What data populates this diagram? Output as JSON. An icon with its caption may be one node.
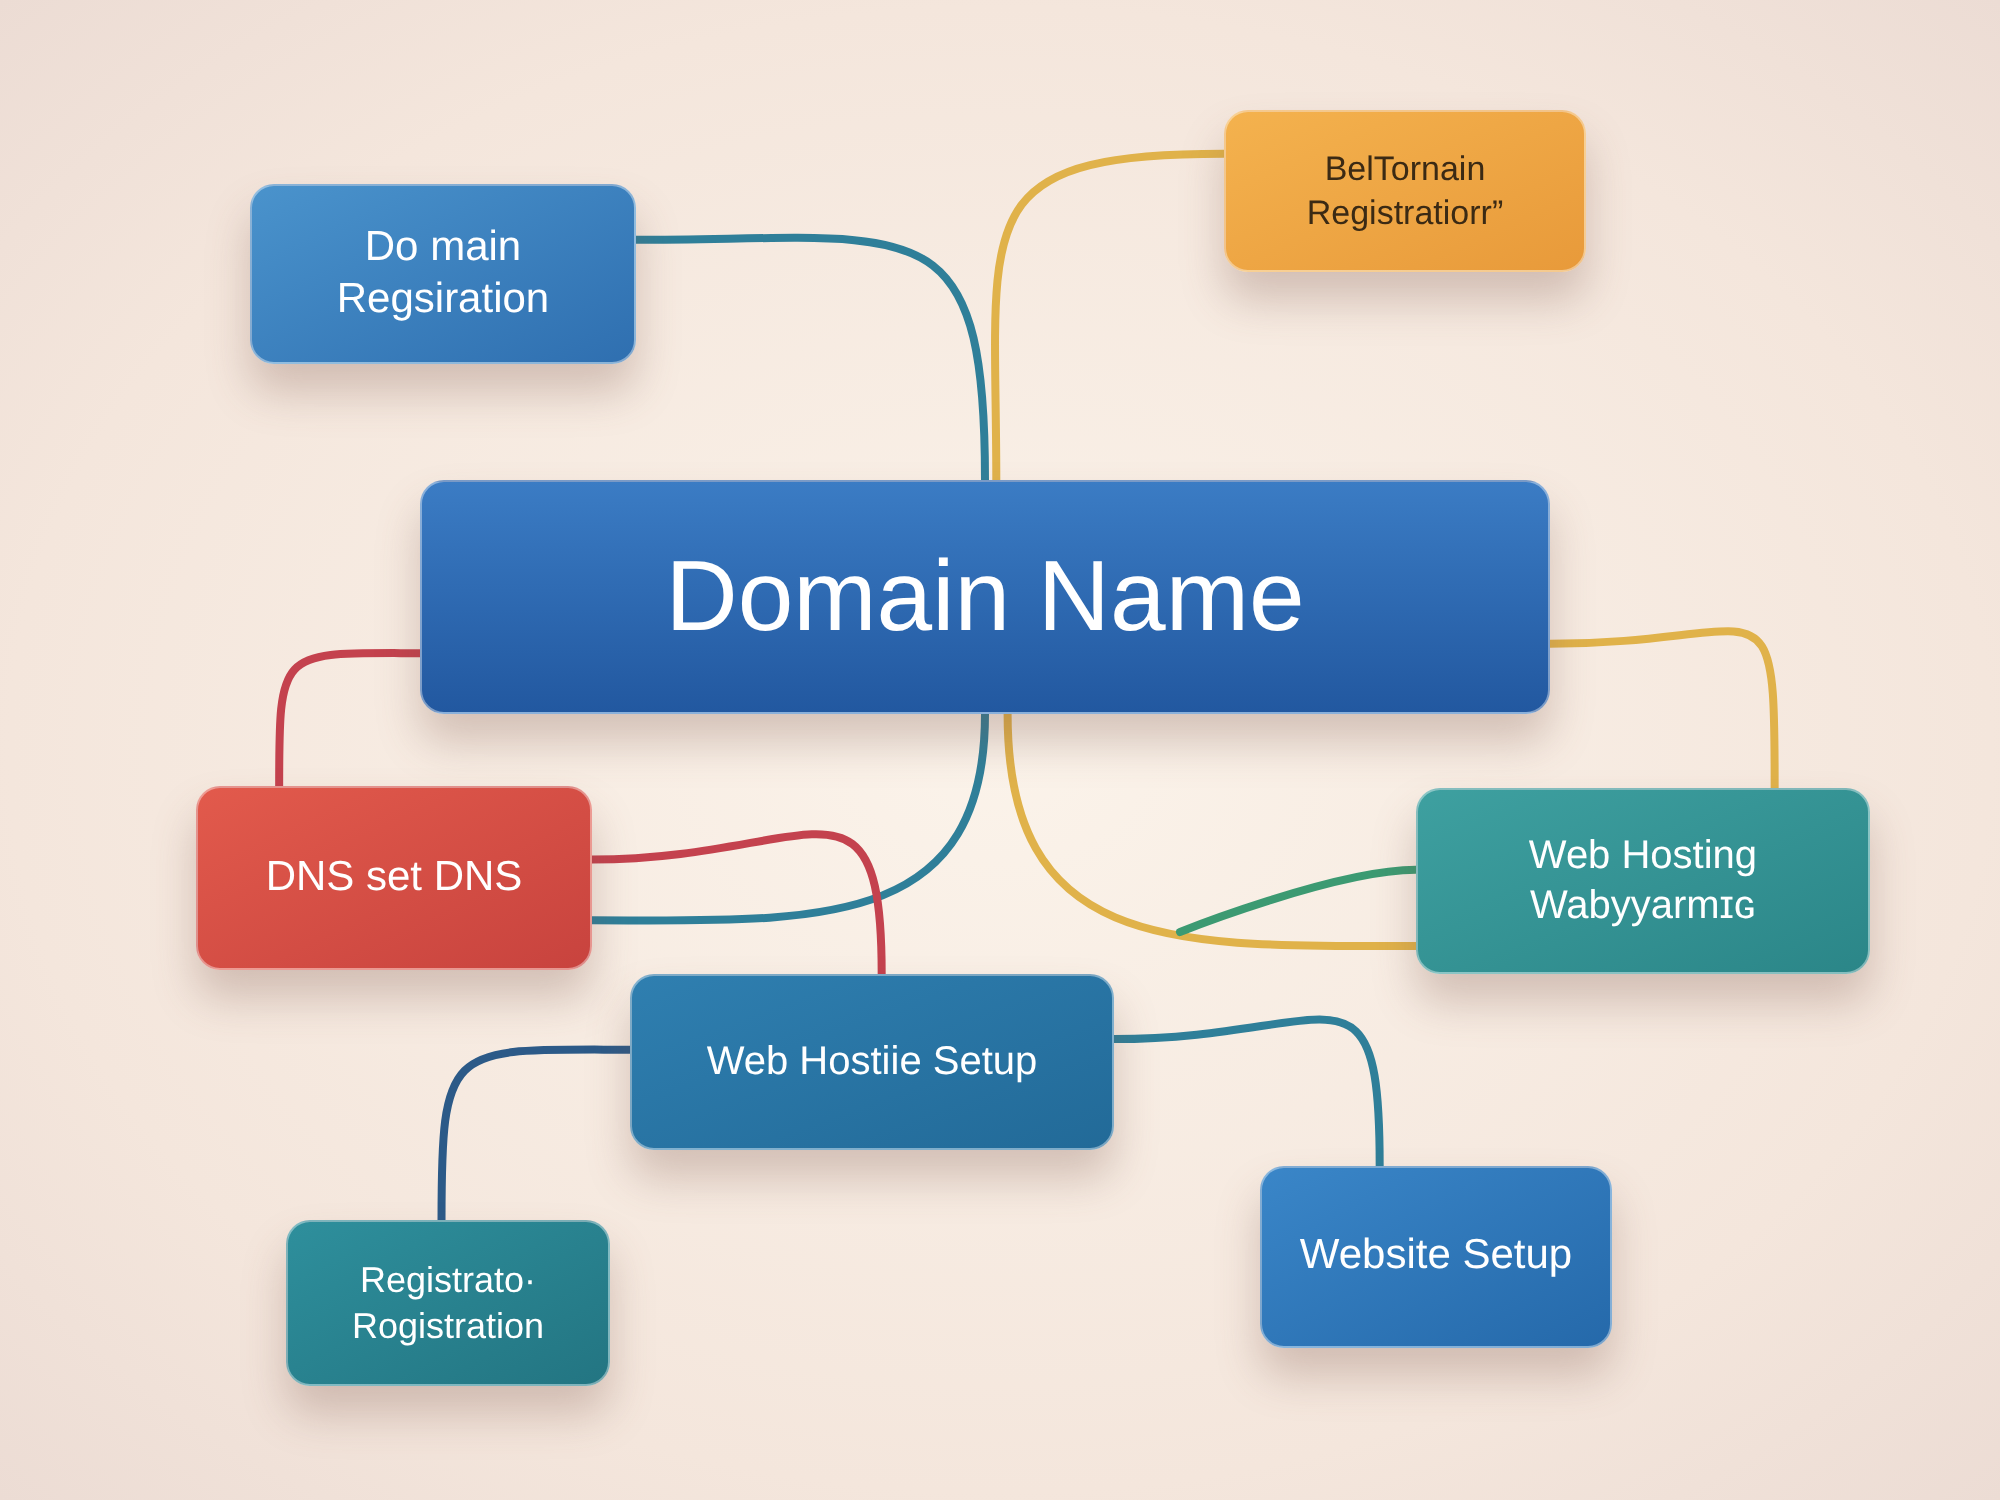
{
  "diagram": {
    "nodes": [
      {
        "text": [
          "Do main Regsiration"
        ]
      },
      {
        "text": [
          "BelTornain Registratiorr”"
        ]
      },
      {
        "text": [
          "Domain Name"
        ]
      },
      {
        "text": [
          "DNS set DNS"
        ]
      },
      {
        "text": [
          "Web Hosting Wabyyarmɪɢ"
        ]
      },
      {
        "text": [
          "Web Hostiie Setup"
        ]
      },
      {
        "text": [
          "Registrato· Rogistration"
        ]
      },
      {
        "text": [
          "Website Setup"
        ]
      }
    ],
    "edges": [
      {
        "from": 0,
        "to": 2,
        "arrow": "none"
      },
      {
        "from": 1,
        "to": 2,
        "arrow": "none",
        "color": "#e0b24a"
      },
      {
        "from": 2,
        "to": 3,
        "arrow": "none",
        "color": "#c4424e"
      },
      {
        "from": 2,
        "to": 3,
        "arrow": "none"
      },
      {
        "from": 3,
        "to": 5,
        "arrow": "none",
        "color": "#c4424e"
      },
      {
        "from": 2,
        "to": 4,
        "arrow": "none",
        "color": "#e0b24a"
      },
      {
        "from": 2,
        "to": 4,
        "arrow": "none",
        "color": "#e0b24a"
      },
      {
        "from": 4,
        "to": null,
        "arrow": "none",
        "color": "#3c9a72"
      },
      {
        "from": 5,
        "to": 6,
        "arrow": "none",
        "color": "#2c5a88"
      },
      {
        "from": 5,
        "to": 7,
        "arrow": "none"
      }
    ]
  }
}
